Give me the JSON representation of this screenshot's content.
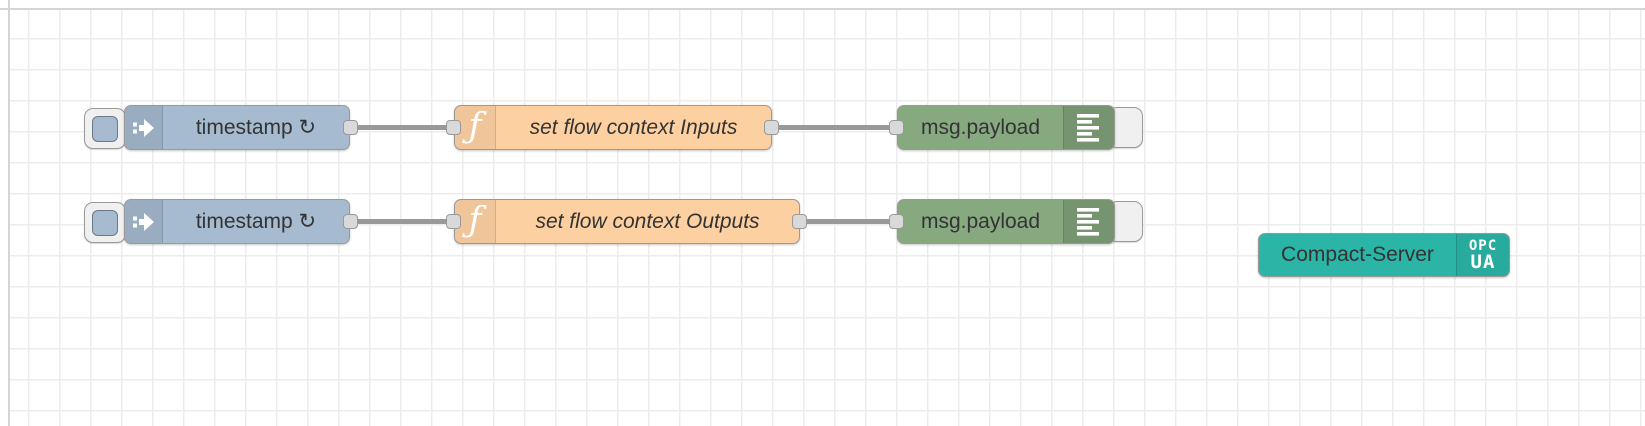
{
  "editor": {
    "type": "node-red-flow-canvas"
  },
  "colors": {
    "inject": "#a6bbcf",
    "function": "#fdd0a2",
    "debug": "#87a980",
    "server": "#2bb5a7",
    "wire": "#999999",
    "grid_line": "#ececec",
    "canvas_bg": "#ffffff",
    "port_fill": "#d9d9d9",
    "port_border": "#999999",
    "label_text": "#333333"
  },
  "nodes": {
    "inject_1": {
      "label": "timestamp ↻",
      "icon": "inject-arrow-icon"
    },
    "function_1": {
      "label": "set flow context Inputs",
      "icon_glyph": "ƒ"
    },
    "debug_1": {
      "label": "msg.payload",
      "icon": "debug-output-icon"
    },
    "inject_2": {
      "label": "timestamp ↻",
      "icon": "inject-arrow-icon"
    },
    "function_2": {
      "label": "set flow context Outputs",
      "icon_glyph": "ƒ"
    },
    "debug_2": {
      "label": "msg.payload",
      "icon": "debug-output-icon"
    },
    "server_1": {
      "label": "Compact-Server",
      "badge_line1": "OPC",
      "badge_line2": "UA"
    }
  }
}
